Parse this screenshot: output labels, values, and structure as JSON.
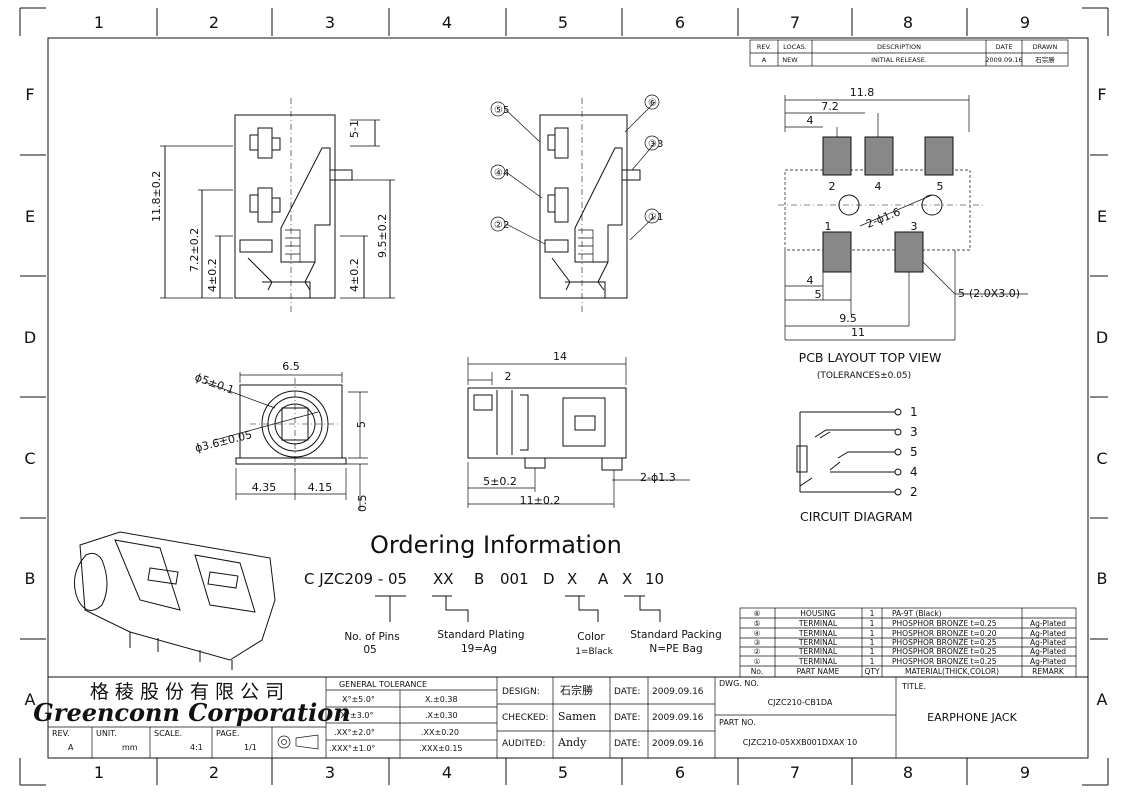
{
  "frame": {
    "columns": [
      "1",
      "2",
      "3",
      "4",
      "5",
      "6",
      "7",
      "8",
      "9"
    ],
    "rows": [
      "F",
      "E",
      "D",
      "C",
      "B",
      "A"
    ]
  },
  "revision_table": {
    "headers": [
      "REV.",
      "LOCAS.",
      "DESCRIPTION",
      "DATE",
      "DRAWN"
    ],
    "row": [
      "A",
      "NEW",
      "INITIAL RELEASE.",
      "2009.09.16",
      "石宗勝"
    ]
  },
  "side_view_left": {
    "dims": [
      "5-1",
      "11.8±0.2",
      "7.2±0.2",
      "4±0.2",
      "9.5±0.2",
      "4±0.2"
    ]
  },
  "side_view_right": {
    "pins": [
      "⑤5",
      "④4",
      "②2",
      "⑥",
      "③3",
      "①1"
    ]
  },
  "pcb_layout": {
    "dims": [
      "11.8",
      "7.2",
      "4",
      "4",
      "5",
      "9.5",
      "11",
      "2-ϕ1.6",
      "5-(2.0X3.0)"
    ],
    "pad_numbers": [
      "2",
      "4",
      "5",
      "1",
      "3"
    ],
    "title": "PCB LAYOUT TOP VIEW",
    "subtitle": "(TOLERANCES±0.05)"
  },
  "front_view": {
    "dims": [
      "6.5",
      "ϕ5±0.1",
      "ϕ3.6±0.05",
      "5",
      "4.35",
      "4.15",
      "0.5"
    ]
  },
  "bottom_view": {
    "dims": [
      "14",
      "2",
      "5±0.2",
      "2-ϕ1.3",
      "11±0.2"
    ]
  },
  "circuit": {
    "pins": [
      "1",
      "3",
      "5",
      "4",
      "2"
    ],
    "title": "CIRCUIT DIAGRAM"
  },
  "ordering": {
    "title": "Ordering Information",
    "code": [
      "C JZC209 - 05",
      "XX",
      "B",
      "001",
      "D",
      "X",
      "A",
      "X",
      "10"
    ],
    "notes": [
      {
        "label": "No. of Pins",
        "value": "05"
      },
      {
        "label": "Standard Plating",
        "value": "19=Ag"
      },
      {
        "label": "Color",
        "value": "1=Black"
      },
      {
        "label": "Standard Packing",
        "value": "N=PE Bag"
      }
    ]
  },
  "bom": {
    "rows": [
      [
        "⑥",
        "HOUSING",
        "1",
        "PA-9T (Black)",
        ""
      ],
      [
        "⑤",
        "TERMINAL",
        "1",
        "PHOSPHOR BRONZE  t=0.25",
        "Ag-Plated"
      ],
      [
        "④",
        "TERMINAL",
        "1",
        "PHOSPHOR BRONZE  t=0.20",
        "Ag-Plated"
      ],
      [
        "③",
        "TERMINAL",
        "1",
        "PHOSPHOR BRONZE  t=0.25",
        "Ag-Plated"
      ],
      [
        "②",
        "TERMINAL",
        "1",
        "PHOSPHOR BRONZE  t=0.25",
        "Ag-Plated"
      ],
      [
        "①",
        "TERMINAL",
        "1",
        "PHOSPHOR BRONZE  t=0.25",
        "Ag-Plated"
      ]
    ],
    "headers": [
      "No.",
      "PART NAME",
      "QTY",
      "MATERIAL(THICK,COLOR)",
      "REMARK"
    ]
  },
  "title_block": {
    "company_cn": "格 稜 股 份 有 限 公 司",
    "company_en": "Greenconn Corporation",
    "rev_label": "REV.",
    "rev": "A",
    "unit_label": "UNIT.",
    "unit": "mm",
    "scale_label": "SCALE.",
    "scale": "4:1",
    "page_label": "PAGE.",
    "page": "1/1",
    "tolerance_title": "GENERAL TOLERANCE",
    "tolerances": [
      [
        "X°±5.0°",
        "X.±0.38"
      ],
      [
        ".X°±3.0°",
        ".X±0.30"
      ],
      [
        ".XX°±2.0°",
        ".XX±0.20"
      ],
      [
        ".XXX°±1.0°",
        ".XXX±0.15"
      ]
    ],
    "design_label": "DESIGN:",
    "design": "石宗勝",
    "checked_label": "CHECKED:",
    "checked": "Samen",
    "audited_label": "AUDITED:",
    "audited": "Andy",
    "date_label": "DATE:",
    "dates": [
      "2009.09.16",
      "2009.09.16",
      "2009.09.16"
    ],
    "dwg_label": "DWG. NO.",
    "dwg_no": "CJZC210-CB1DA",
    "part_label": "PART NO.",
    "part_no": "CJZC210-05XXB001DXAX 10",
    "title_label": "TITLE.",
    "title": "EARPHONE JACK"
  }
}
